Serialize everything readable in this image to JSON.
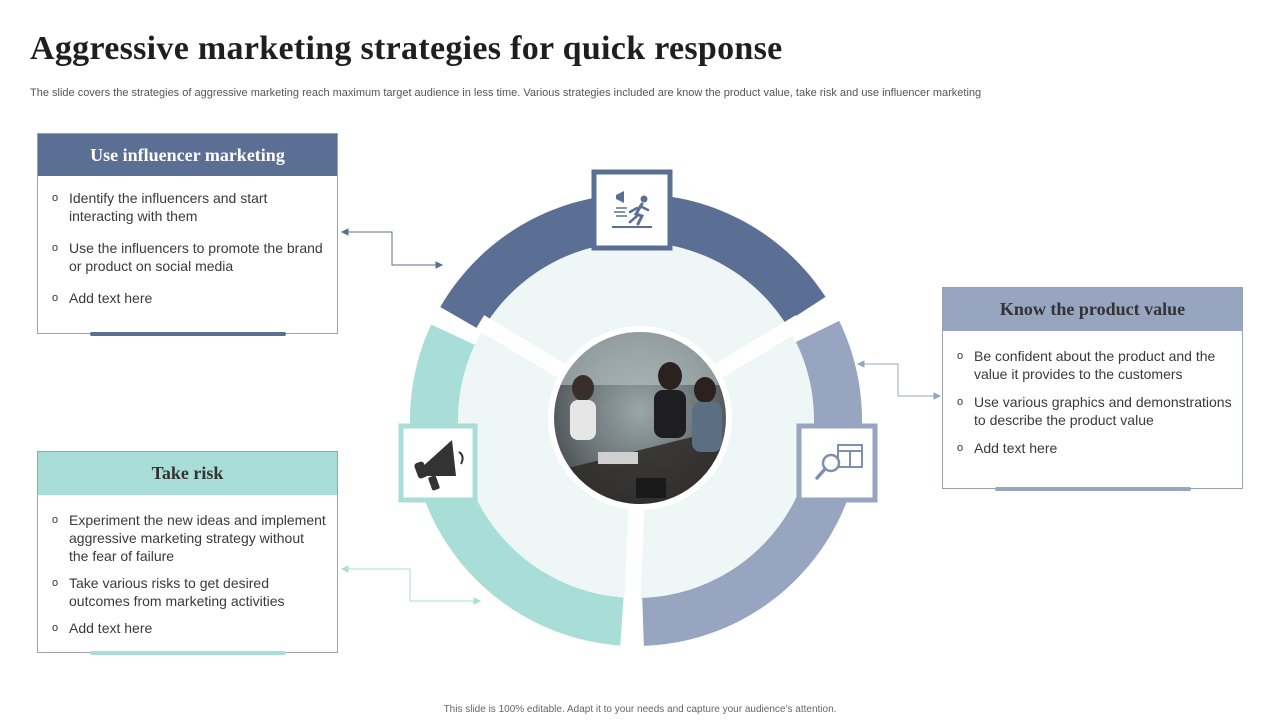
{
  "slide": {
    "title": "Aggressive marketing strategies for quick response",
    "subtitle": "The slide covers the strategies of aggressive marketing reach maximum target audience in less time. Various strategies included are know the product value, take risk and use influencer marketing",
    "footer": "This slide is 100% editable. Adapt it to your needs and capture your audience’s attention."
  },
  "cards": {
    "influencer": {
      "heading": "Use influencer marketing",
      "items": [
        "Identify the influencers and start interacting with them",
        "Use the influencers to promote the brand or product on social media",
        "Add text here"
      ]
    },
    "product": {
      "heading": "Know the product value",
      "items": [
        "Be confident about the product and the value it provides to the customers",
        "Use various graphics and demonstrations to describe the product value",
        "Add text here"
      ]
    },
    "risk": {
      "heading": "Take risk",
      "items": [
        "Experiment the new ideas and implement aggressive marketing strategy without the fear of failure",
        "Take various risks to get desired outcomes from marketing activities",
        "Add text here"
      ]
    }
  },
  "bullet_symbol": "o",
  "icons": {
    "top": "running-person-megaphone-icon",
    "left": "megaphone-icon",
    "right": "product-search-icon",
    "center": "business-meeting-photo"
  },
  "colors": {
    "navy": "#5b6f95",
    "slate": "#97a5c1",
    "teal": "#a8ddd8",
    "inner_fill": "#eef7f6"
  }
}
